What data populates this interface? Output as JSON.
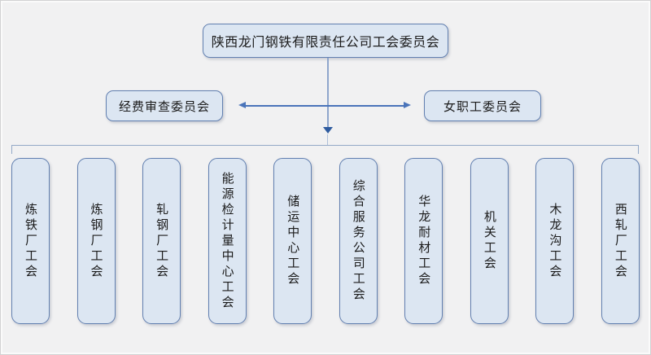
{
  "diagram": {
    "title": "陕西龙门钢铁有限责任公司工会委员会",
    "root": {
      "label": "陕西龙门钢铁有限责任公司工会委员会"
    },
    "committees": {
      "left": {
        "label": "经费审查委员会"
      },
      "right": {
        "label": "女职工委员会"
      }
    },
    "branches": [
      {
        "label": "炼铁厂工会"
      },
      {
        "label": "炼钢厂工会"
      },
      {
        "label": "轧钢厂工会"
      },
      {
        "label": "能源检计量中心工会"
      },
      {
        "label": "储运中心工会"
      },
      {
        "label": "综合服务公司工会"
      },
      {
        "label": "华龙耐材工会"
      },
      {
        "label": "机关工会"
      },
      {
        "label": "木龙沟工会"
      },
      {
        "label": "西轧厂工会"
      }
    ],
    "colors": {
      "background": "#f1f1f2",
      "box_fill": "#dce6f2",
      "box_border": "#617fb0",
      "connector_light": "#8fa6cc",
      "connector_dark": "#4a74ba",
      "arrowhead_down": "#2e5b9f",
      "bracket_line": "#93a9c7",
      "text": "#1b1b1b"
    }
  }
}
